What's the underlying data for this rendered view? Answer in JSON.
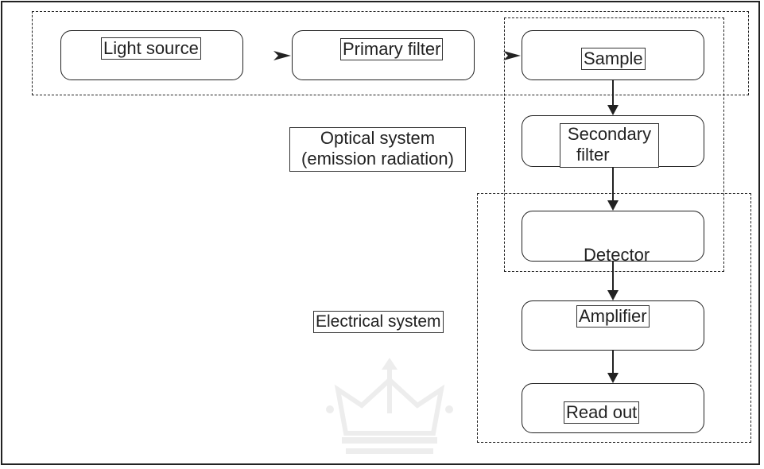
{
  "nodes": {
    "light_source": "Light source",
    "primary_filter": "Primary filter",
    "sample": "Sample",
    "secondary_filter_line1": "Secondary",
    "secondary_filter_line2": "filter",
    "detector": "Detector",
    "amplifier": "Amplifier",
    "read_out": "Read out"
  },
  "regions": {
    "optical_system_line1": "Optical system",
    "optical_system_line2": "(emission radiation)",
    "electrical_system": "Electrical system"
  },
  "colors": {
    "line": "#222222",
    "watermark": "#9a9a9a"
  },
  "icons": {
    "watermark": "crown-logo"
  }
}
